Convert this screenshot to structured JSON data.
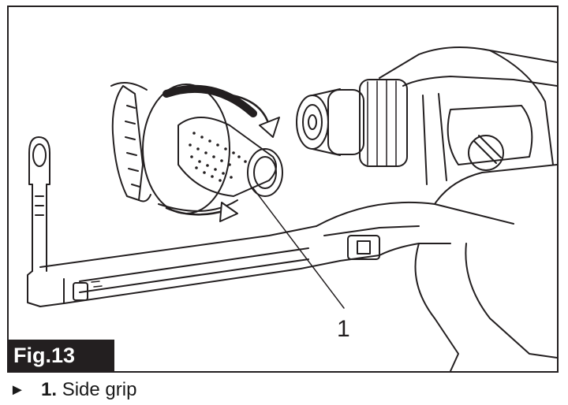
{
  "figure": {
    "label": "Fig.13",
    "callout_number": "1"
  },
  "caption": {
    "marker": "►",
    "number": "1.",
    "text": "Side grip"
  },
  "colors": {
    "line": "#231f20",
    "label_bg": "#231f20",
    "label_text": "#ffffff",
    "background": "#ffffff"
  }
}
